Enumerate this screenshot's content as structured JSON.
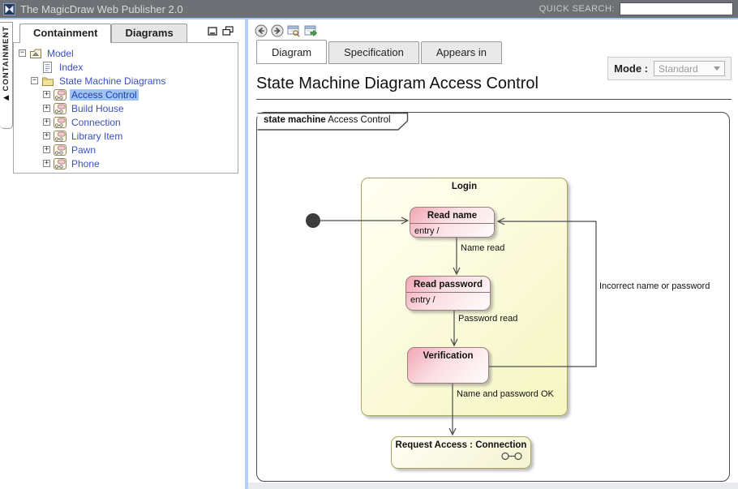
{
  "topbar": {
    "title": "The MagicDraw Web Publisher 2.0",
    "quick_search_label": "QUICK SEARCH:",
    "search_value": ""
  },
  "sidebar": {
    "collapse_tab": "CONTAINMENT",
    "collapse_arrow": "◀",
    "tabs": [
      {
        "label": "Containment",
        "active": true
      },
      {
        "label": "Diagrams",
        "active": false
      }
    ],
    "glyphs": {
      "plus": "+",
      "minus": "−"
    },
    "tree": [
      {
        "label": "Model",
        "level": 0,
        "expander": "minus",
        "icon": "package",
        "selected": false
      },
      {
        "label": "Index",
        "level": 1,
        "expander": "none",
        "icon": "index",
        "selected": false
      },
      {
        "label": "State Machine Diagrams",
        "level": 1,
        "expander": "minus",
        "icon": "folder",
        "selected": false
      },
      {
        "label": "Access Control",
        "level": 2,
        "expander": "plus",
        "icon": "statemachine",
        "selected": true
      },
      {
        "label": "Build House",
        "level": 2,
        "expander": "plus",
        "icon": "statemachine",
        "selected": false
      },
      {
        "label": "Connection",
        "level": 2,
        "expander": "plus",
        "icon": "statemachine",
        "selected": false
      },
      {
        "label": "Library Item",
        "level": 2,
        "expander": "plus",
        "icon": "statemachine",
        "selected": false
      },
      {
        "label": "Pawn",
        "level": 2,
        "expander": "plus",
        "icon": "statemachine",
        "selected": false
      },
      {
        "label": "Phone",
        "level": 2,
        "expander": "plus",
        "icon": "statemachine",
        "selected": false
      }
    ]
  },
  "main": {
    "tabs": [
      {
        "label": "Diagram",
        "active": true
      },
      {
        "label": "Specification",
        "active": false
      },
      {
        "label": "Appears in",
        "active": false
      }
    ],
    "mode_label": "Mode :",
    "mode_value": "Standard",
    "page_title": "State Machine Diagram Access Control"
  },
  "diagram": {
    "frame_keyword": "state machine",
    "frame_name": "Access Control",
    "states": {
      "login": {
        "title": "Login"
      },
      "read_name": {
        "title": "Read name",
        "entry": "entry /"
      },
      "read_password": {
        "title": "Read password",
        "entry": "entry /"
      },
      "verification": {
        "title": "Verification"
      },
      "request_access": {
        "title": "Request Access : Connection"
      }
    },
    "transitions": {
      "name_read": "Name read",
      "password_read": "Password read",
      "incorrect": "Incorrect name or password",
      "ok": "Name and password OK"
    }
  },
  "colors": {
    "topbar_bg": "#6d7074",
    "accent_blue_line": "#a9c7f7",
    "splitter": "#b3d0fa",
    "tree_link": "#3b4fc1",
    "selection": "#9fc3f2",
    "state_yellow": "#f6f6c2",
    "state_pink": "#f2a7b4",
    "state_yellow_border": "#a6a661",
    "state_pink_border": "#9b7f7f"
  }
}
